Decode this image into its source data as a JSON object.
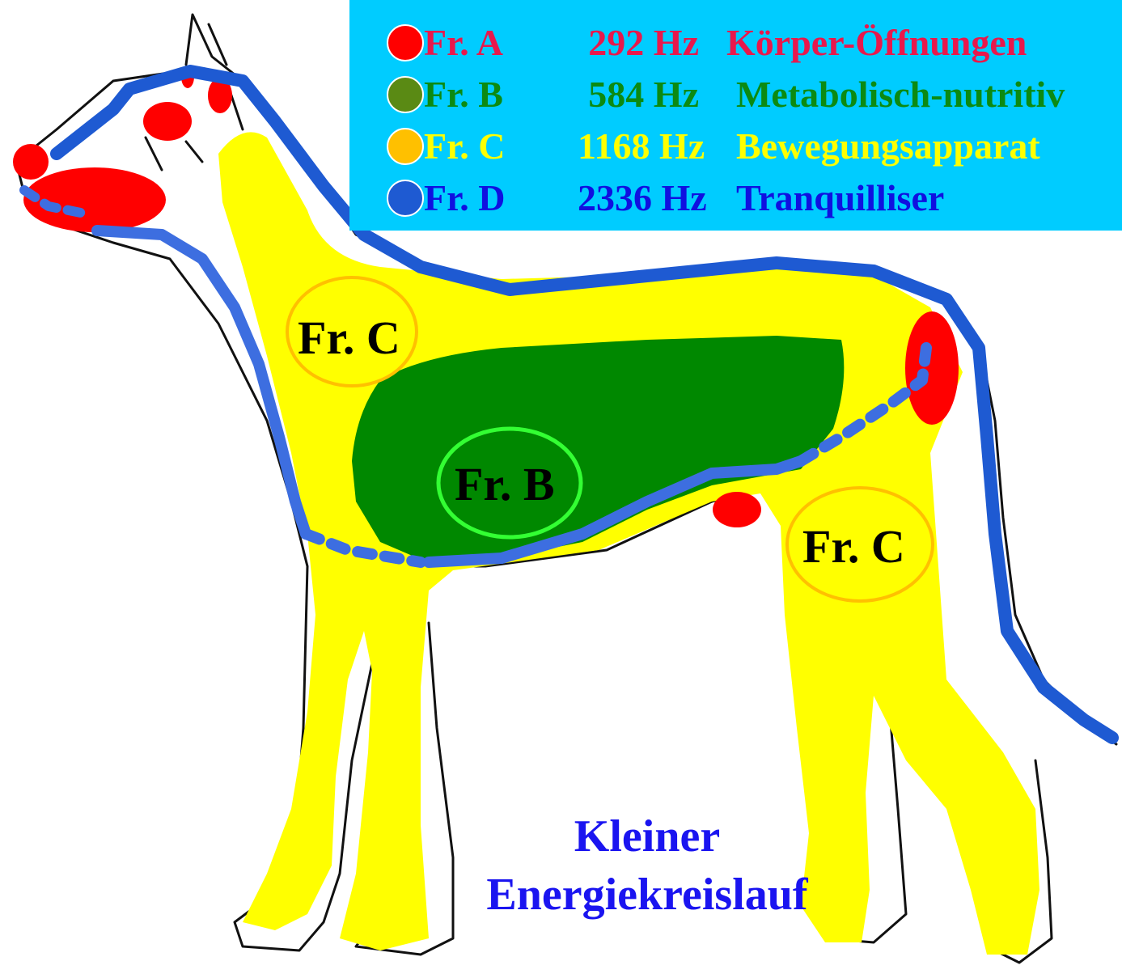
{
  "legend": [
    {
      "code": "Fr. A",
      "freq": "292 Hz",
      "desc": "Körper-Öffnungen",
      "color": "#ff0000",
      "text_color": "#e8184c"
    },
    {
      "code": "Fr. B",
      "freq": "584 Hz",
      "desc": "Metabolisch-nutritiv",
      "color": "#5a8a14",
      "text_color": "#0c8a12"
    },
    {
      "code": "Fr. C",
      "freq": "1168 Hz",
      "desc": "Bewegungsapparat",
      "color": "#ffc000",
      "text_color": "#ffff00"
    },
    {
      "code": "Fr. D",
      "freq": "2336 Hz",
      "desc": "Tranquilliser",
      "color": "#1e5ad2",
      "text_color": "#1010e0"
    }
  ],
  "zones": {
    "shoulder": "Fr. C",
    "abdomen": "Fr. B",
    "hip": "Fr. C"
  },
  "footer": {
    "line1": "Kleiner",
    "line2": "Energiekreislauf"
  },
  "colors": {
    "body_yellow": "#ffff00",
    "abdomen_green": "#008800",
    "channel_blue": "#3366dd",
    "point_red": "#ff0000",
    "legend_bg": "#00ccff"
  }
}
